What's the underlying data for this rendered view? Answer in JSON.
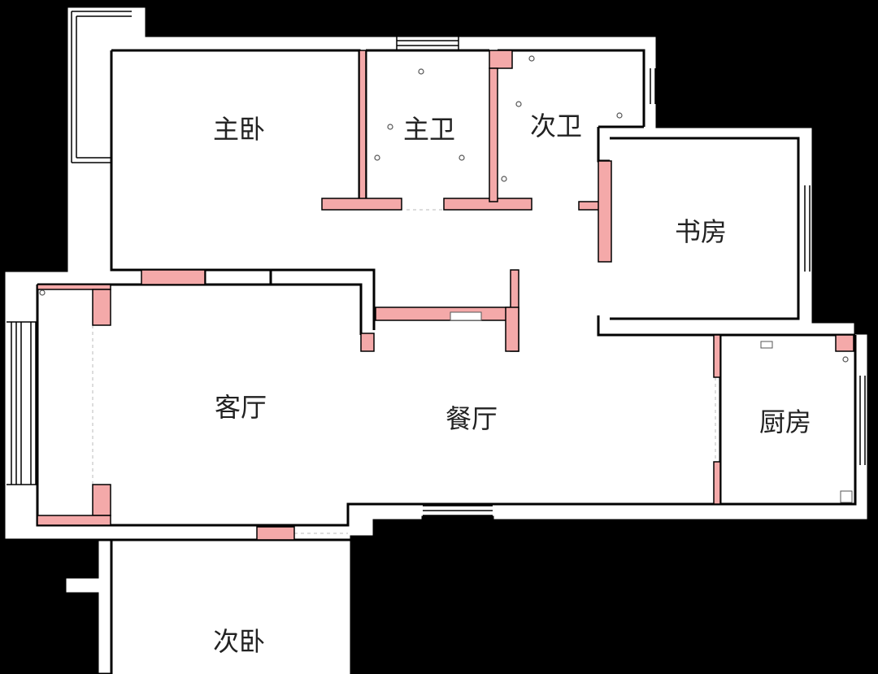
{
  "floorplan": {
    "background_color": "#000000",
    "wall_fill_color": "#ffffff",
    "highlight_wall_color": "#f4a9a9",
    "rooms": {
      "master_bedroom": "主卧",
      "master_bath": "主卫",
      "second_bath": "次卫",
      "study": "书房",
      "living_room": "客厅",
      "dining_room": "餐厅",
      "kitchen": "厨房",
      "second_bedroom": "次卧"
    }
  }
}
